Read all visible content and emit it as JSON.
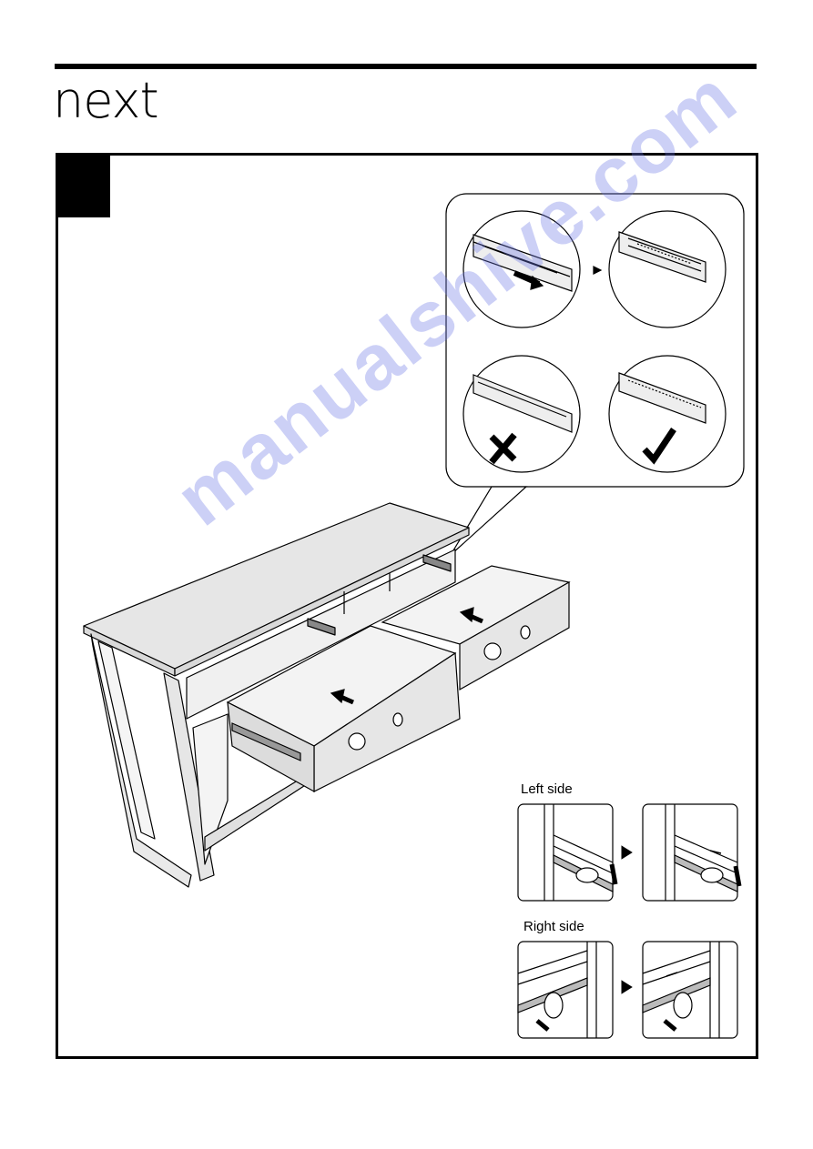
{
  "header": {
    "brand": "next"
  },
  "step": {
    "number": ""
  },
  "callouts": {
    "left_side": "Left side",
    "right_side": "Right side"
  },
  "watermark": {
    "text": "manualshive.com"
  },
  "marks": {
    "wrong": "cross-icon",
    "right": "check-icon"
  },
  "colors": {
    "ink": "#000000",
    "panel": "#e6e6e6",
    "watermark": "#6e78e6"
  }
}
